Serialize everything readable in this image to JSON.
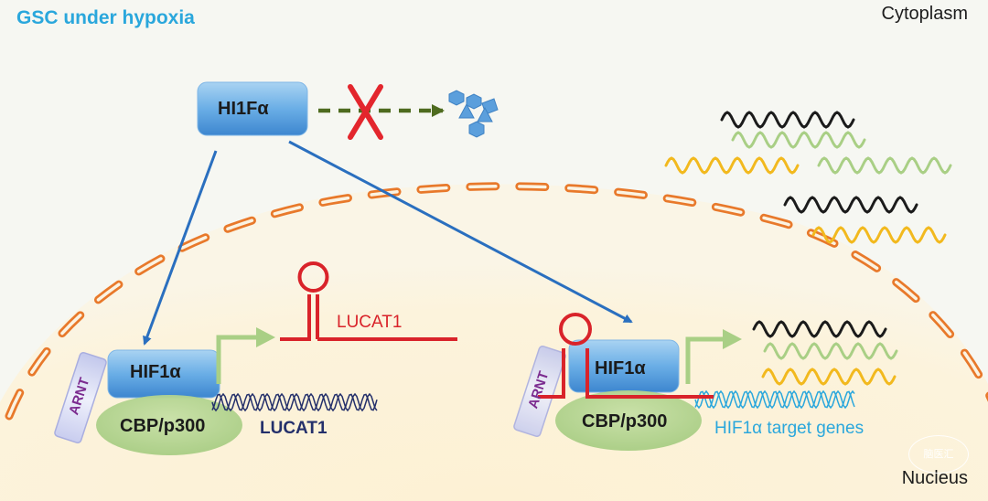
{
  "title": "GSC under hypoxia",
  "compartments": {
    "cytoplasm": "Cytoplasm",
    "nucleus": "Nucleus"
  },
  "cytoplasm": {
    "hif_box_label": "HI1Fα",
    "degradation_blocked": true,
    "degradation_icon": "protein-fragments-icon",
    "blocked_icon": "red-x-icon"
  },
  "left_complex": {
    "arnt_label": "ARNT",
    "hif_label": "HIF1α",
    "cbp_label": "CBP/p300",
    "gene_label": "LUCAT1",
    "product_label": "LUCAT1"
  },
  "right_complex": {
    "arnt_label": "ARNT",
    "hif_label": "HIF1α",
    "cbp_label": "CBP/p300",
    "gene_label": "HIF1α target genes"
  },
  "watermark": "脑医汇",
  "colors": {
    "title": "#2aa7dc",
    "membrane": "#e8792b",
    "arrow_blue": "#2a6fbf",
    "dashed_arrow": "#4e6b1f",
    "lncrna_red": "#d9232a",
    "transcription_arrow": "#a9cf85",
    "mrna_black": "#1b1b1b",
    "mrna_green": "#a9cf85",
    "mrna_yellow": "#f2b91e",
    "target_dna": "#2aa7dc",
    "lucat_dna": "#24306b"
  }
}
